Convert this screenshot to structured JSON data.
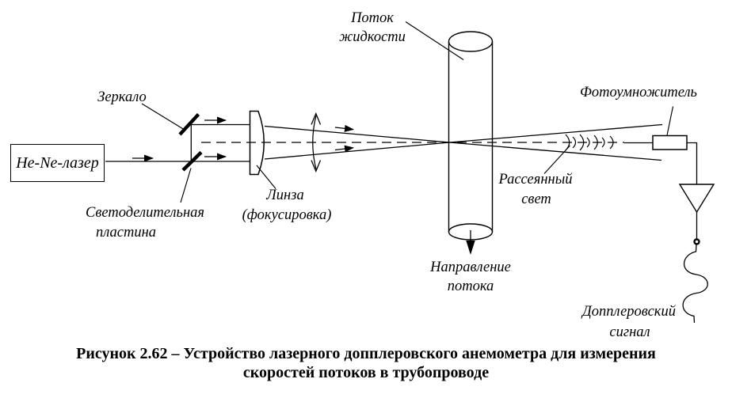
{
  "colors": {
    "ink": "#000000",
    "background": "#ffffff"
  },
  "diagram": {
    "laser": {
      "label": "He-Ne-лазер"
    },
    "mirror": {
      "label": "Зеркало"
    },
    "beam_splitter": {
      "line1": "Светоделительная",
      "line2": "пластина"
    },
    "lens": {
      "line1": "Линза",
      "line2": "(фокусировка)"
    },
    "flow": {
      "line1": "Поток",
      "line2": "жидкости"
    },
    "flow_direction": {
      "line1": "Направление",
      "line2": "потока"
    },
    "scattered_light": {
      "line1": "Рассеянный",
      "line2": "свет"
    },
    "photomultiplier": {
      "label": "Фотоумножитель"
    },
    "doppler_signal": {
      "line1": "Допплеровский",
      "line2": "сигнал"
    }
  },
  "caption": {
    "line1": "Рисунок 2.62 – Устройство лазерного допплеровского анемометра для измерения",
    "line2": "скоростей потоков в трубопроводе"
  }
}
